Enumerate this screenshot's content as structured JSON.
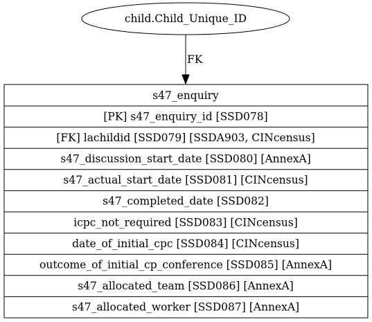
{
  "source_node": {
    "label": "child.Child_Unique_ID"
  },
  "edge": {
    "label": "FK"
  },
  "table": {
    "title": "s47_enquiry",
    "rows": [
      "[PK] s47_enquiry_id [SSD078]",
      "[FK] lachildid [SSD079] [SSDA903, CINcensus]",
      "s47_discussion_start_date [SSD080] [AnnexA]",
      "s47_actual_start_date [SSD081] [CINcensus]",
      "s47_completed_date [SSD082]",
      "icpc_not_required [SSD083] [CINcensus]",
      "date_of_initial_cpc [SSD084] [CINcensus]",
      "outcome_of_initial_cp_conference [SSD085] [AnnexA]",
      "s47_allocated_team [SSD086] [AnnexA]",
      "s47_allocated_worker [SSD087] [AnnexA]"
    ]
  },
  "colors": {
    "stroke": "#000000",
    "background": "#ffffff"
  }
}
